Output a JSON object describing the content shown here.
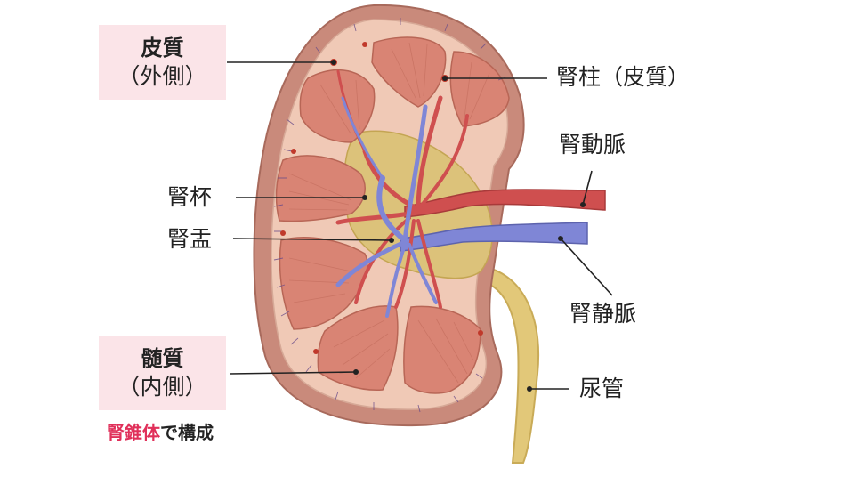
{
  "colors": {
    "accent": "#e0305a",
    "label_bg": "#fbe4e8",
    "capsule": "#c98a7b",
    "cortex": "#f0c9b6",
    "pyramid": "#d98474",
    "pelvis": "#dcc27a",
    "artery": "#cf4f4f",
    "vein": "#7f86d6",
    "ureter": "#e2c879"
  },
  "labels": {
    "cortex_title": "皮質",
    "cortex_sub": "（外側）",
    "medulla_title": "髄質",
    "medulla_sub": "（内側）",
    "renal_column": "腎柱（皮質）",
    "renal_artery": "腎動脈",
    "calyx": "腎杯",
    "pelvis": "腎盂",
    "renal_vein": "腎静脈",
    "ureter": "尿管"
  },
  "note": {
    "accent": "腎錐体",
    "rest": "で構成"
  }
}
